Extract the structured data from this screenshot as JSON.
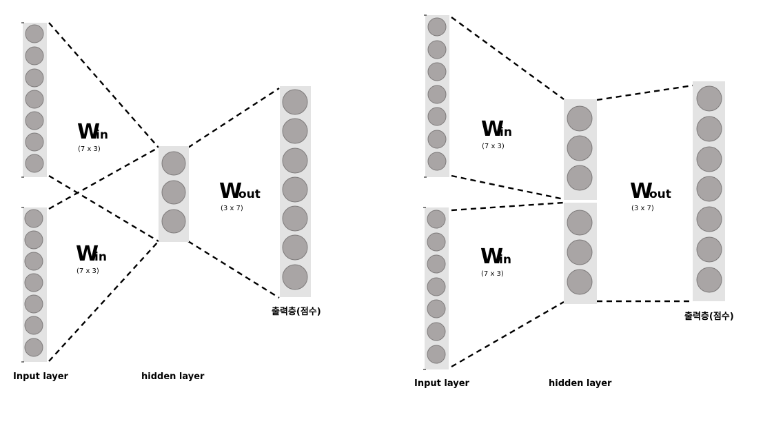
{
  "left_diagram": {
    "input_label": "Input layer",
    "hidden_label": "hidden layer",
    "output_label": "출력층(점수)",
    "w_in_1": {
      "symbol": "W",
      "subscript": "in",
      "dims": "(7 x 3)"
    },
    "w_in_2": {
      "symbol": "W",
      "subscript": "in",
      "dims": "(7 x 3)"
    },
    "w_out": {
      "symbol": "W",
      "subscript": "out",
      "dims": "(3 x 7)"
    }
  },
  "right_diagram": {
    "input_label": "Input layer",
    "hidden_label": "hidden layer",
    "output_label": "출력층(점수)",
    "w_in_1": {
      "symbol": "W",
      "subscript": "in",
      "dims": "(7 x 3)"
    },
    "w_in_2": {
      "symbol": "W",
      "subscript": "in",
      "dims": "(7 x 3)"
    },
    "w_out": {
      "symbol": "W",
      "subscript": "out",
      "dims": "(3 x 7)"
    }
  },
  "colors": {
    "layer_box": "#e3e3e3",
    "neuron_fill": "#a9a5a5",
    "neuron_stroke": "#7d7a7a",
    "connection": "#000000"
  },
  "structure": {
    "input_neurons": 7,
    "hidden_neurons": 3,
    "output_neurons": 7
  }
}
